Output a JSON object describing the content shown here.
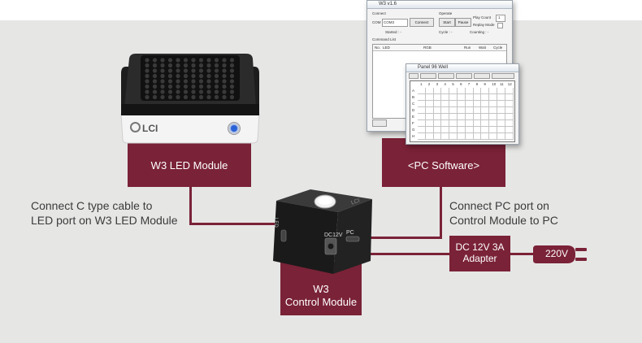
{
  "modules": {
    "led_module": "W3 LED Module",
    "pc_software": "<PC Software>",
    "control_module_line1": "W3",
    "control_module_line2": "Control Module",
    "adapter_line1": "DC 12V 3A",
    "adapter_line2": "Adapter",
    "plug_voltage": "220V"
  },
  "captions": {
    "left_line1": "Connect C type cable to",
    "left_line2": "LED port on W3 LED Module",
    "right_line1": "Connect PC port on",
    "right_line2": "Control Module to PC"
  },
  "device": {
    "led_logo": "LCI",
    "port_dc": "DC12V",
    "port_pc": "PC",
    "port_led": "LED",
    "brand_text": "LCI"
  },
  "software": {
    "main_title": "W3 v1.6",
    "connect_group": "Connect",
    "com_label": "COM",
    "com_value": "COM3",
    "connect_button": "Connect",
    "started_label": "Started : -",
    "operate_group": "Operate",
    "start_button": "Start",
    "pause_button": "Pause",
    "play_count_label": "Play Count",
    "play_count_value": "1",
    "replay_mode_label": "Replay Mode",
    "cycle_label": "Cycle : -",
    "counting_label": "Counting : -",
    "command_list_label": "Command List",
    "columns": [
      "No.",
      "LED",
      "RGB",
      "Run",
      "Wait",
      "Cycle"
    ],
    "panel_title": "Panel 96 Well",
    "plate_cols": [
      "1",
      "2",
      "3",
      "4",
      "5",
      "6",
      "7",
      "8",
      "9",
      "10",
      "11",
      "12"
    ],
    "plate_rows": [
      "A",
      "B",
      "C",
      "D",
      "E",
      "F",
      "G",
      "H"
    ]
  },
  "colors": {
    "accent": "#7a2237",
    "background": "#e6e6e5",
    "caption": "#3b3b3b"
  }
}
